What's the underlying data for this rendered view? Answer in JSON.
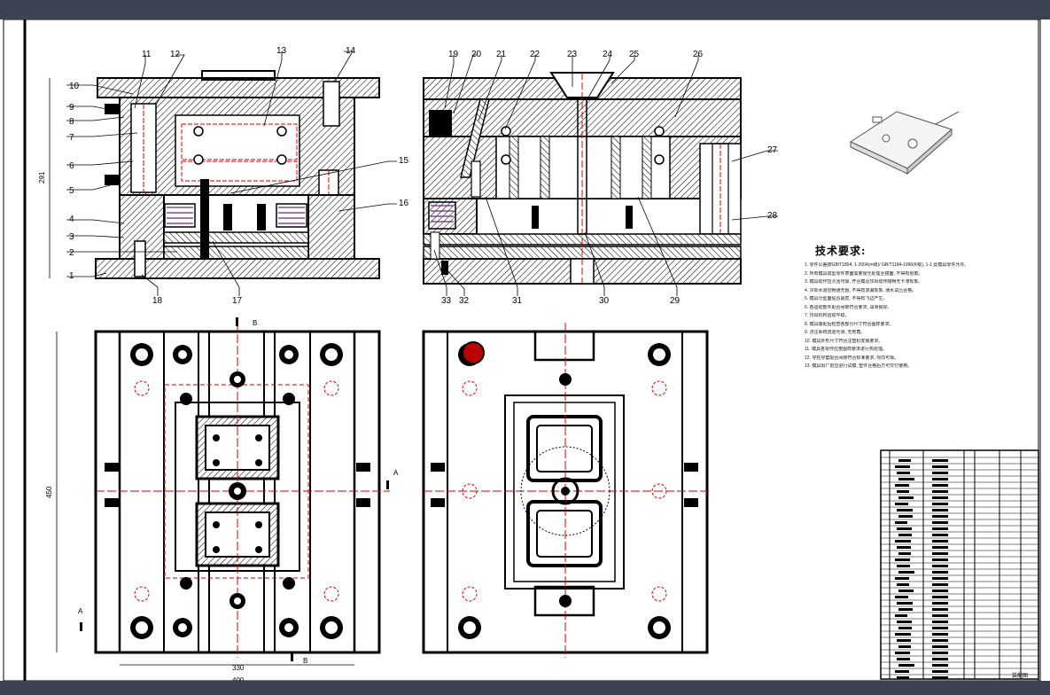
{
  "window": {
    "title": ""
  },
  "part_labels": [
    "1",
    "2",
    "3",
    "4",
    "5",
    "6",
    "7",
    "8",
    "9",
    "10",
    "11",
    "12",
    "13",
    "14",
    "15",
    "16",
    "17",
    "18",
    "19",
    "20",
    "21",
    "22",
    "23",
    "24",
    "25",
    "26",
    "27",
    "28",
    "29",
    "30",
    "31",
    "32",
    "33"
  ],
  "dimensions": {
    "height_left": "291",
    "height_plan": "450",
    "width_inner": "330",
    "width_outer": "400"
  },
  "section_marks": [
    "B",
    "A",
    "A",
    "B"
  ],
  "tech_requirements": {
    "title": "技术要求:",
    "lines": [
      "1. 零件公差按GB/T1804, 1-2004(m级)/ GB/T1184-1996(K级), 1-1 此模具零件允许。",
      "2. 所有模具成型零件表面需要抛光处理至镜面, 不得有划痕。",
      "3. 模具动作应灵活可靠, 开合模及顶出动作顺畅无卡滞现象。",
      "4. 冷却水道应畅通无阻, 不得有渗漏现象, 通水试压合格。",
      "5. 模具分型面贴合紧密, 不得有飞边产生。",
      "6. 各运动部件配合间隙符合要求, 润滑良好。",
      "7. 顶出机构运动平稳。",
      "8. 模具装配后检查各部分尺寸符合图样要求。",
      "9. 浇注系统流道光滑, 无死角。",
      "10. 模具外形尺寸符合注塑机安装要求。",
      "11. 模具各零件应按图样要求进行热处理。",
      "12. 导柱导套配合间隙符合标准要求, 导向可靠。",
      "13. 模具出厂前应进行试模, 塑件合格后方可交付使用。"
    ]
  },
  "title_block": {
    "sheet_label": "装配图"
  }
}
